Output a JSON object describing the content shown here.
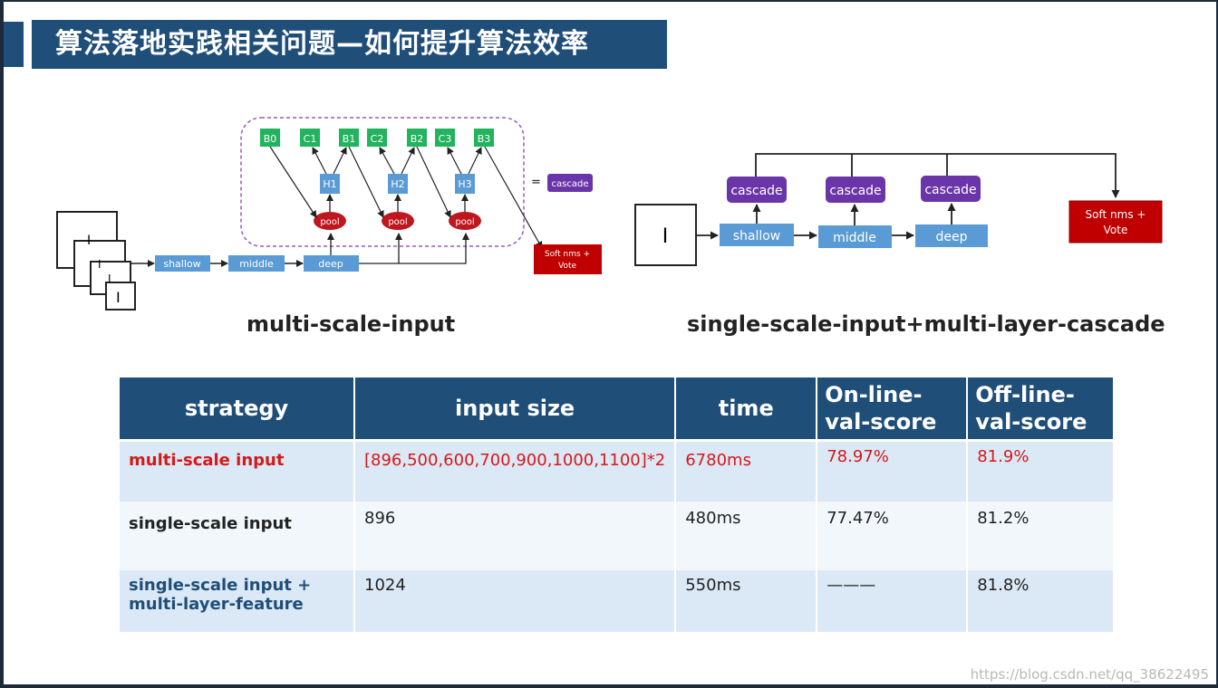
{
  "slide": {
    "title": "算法落地实践相关问题—如何提升算法效率",
    "watermark": "https://blog.csdn.net/qq_38622495"
  },
  "diagram_left": {
    "caption": "multi-scale-input",
    "inputs": [
      "I",
      "I",
      "I",
      "I"
    ],
    "stages": [
      "shallow",
      "middle",
      "deep"
    ],
    "b_nodes": [
      "B0",
      "B1",
      "B2",
      "B3"
    ],
    "c_nodes": [
      "C1",
      "C2",
      "C3"
    ],
    "h_nodes": [
      "H1",
      "H2",
      "H3"
    ],
    "pool_label": "pool",
    "equals": "=",
    "cascade_legend": "cascade",
    "output_line1": "Soft nms +",
    "output_line2": "Vote"
  },
  "diagram_right": {
    "caption": "single-scale-input+multi-layer-cascade",
    "input": "I",
    "stages": [
      "shallow",
      "middle",
      "deep"
    ],
    "cascade": "cascade",
    "output_line1": "Soft nms +",
    "output_line2": "Vote"
  },
  "table": {
    "headers": [
      "strategy",
      "input size",
      "time",
      "On-line-val-score",
      "Off-line-val-score"
    ],
    "header_lines": {
      "online_1": "On-line-",
      "online_2": "val-score",
      "offline_1": "Off-line-",
      "offline_2": "val-score"
    },
    "rows": [
      {
        "strategy": "multi-scale input",
        "input_size": "[896,500,600,700,900,1000,1100]*2",
        "time": "6780ms",
        "online": "78.97%",
        "offline": "81.9%"
      },
      {
        "strategy": "single-scale input",
        "input_size": "896",
        "time": "480ms",
        "online": "77.47%",
        "offline": "81.2%"
      },
      {
        "strategy_line1": "single-scale input +",
        "strategy_line2": "multi-layer-feature",
        "input_size": "1024",
        "time": "550ms",
        "online": "———",
        "offline": "81.8%"
      }
    ]
  },
  "colors": {
    "title_bg": "#1f4e79",
    "node_green": "#22b35e",
    "node_blue": "#5b9bd5",
    "cascade_purple": "#6a35a8",
    "pool_red": "#c0161e",
    "output_red": "#c00000",
    "highlight_red": "#d41a1a"
  }
}
